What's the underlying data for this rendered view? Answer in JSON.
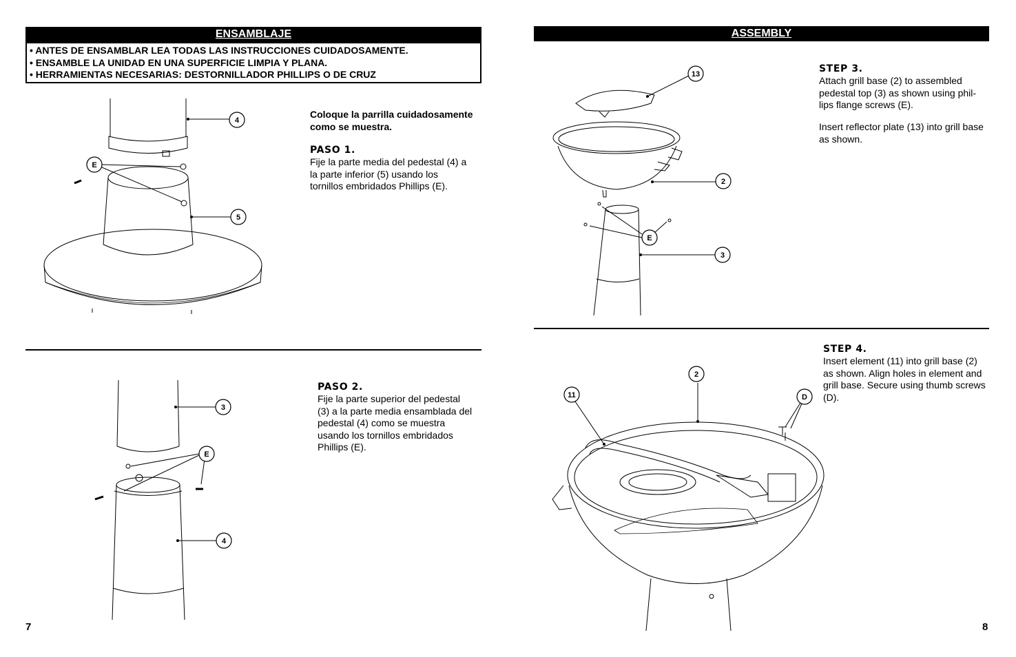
{
  "left_page": {
    "header": "ENSAMBLAJE",
    "bullets": [
      "• ANTES DE ENSAMBLAR LEA TODAS LAS INSTRUCCIONES CUIDADOSAMENTE.",
      "• ENSAMBLE LA UNIDAD EN UNA SUPERFICIE LIMPIA Y PLANA.",
      "• HERRAMIENTAS NECESARIAS: DESTORNILLADOR PHILLIPS O DE CRUZ"
    ],
    "intro": "Coloque la parrilla cuidadosamente como se muestra.",
    "step1": {
      "title": "PASO 1.",
      "text": "Fije la parte media del pedestal (4) a la parte inferior (5) usando los tornillos embridados Phillips (E)."
    },
    "step2": {
      "title": "PASO 2.",
      "text": "Fije la parte superior del pedestal (3) a la parte media ensamblada del pedestal (4) como se muestra usando los tornillos embridados Phillips (E)."
    },
    "page_number": "7"
  },
  "right_page": {
    "header": "ASSEMBLY",
    "step3": {
      "title": "STEP 3.",
      "text": "Attach grill base (2) to assembled pedestal top (3) as shown using phil-lips flange screws (E).",
      "text2": "Insert reflector plate (13) into grill base as shown."
    },
    "step4": {
      "title": "STEP 4.",
      "text": "Insert element (11) into grill base (2) as shown.  Align holes in element and grill base. Secure using thumb screws (D)."
    },
    "page_number": "8"
  },
  "callouts": {
    "fig1": [
      "4",
      "E",
      "5"
    ],
    "fig2": [
      "3",
      "E",
      "4"
    ],
    "fig3": [
      "13",
      "2",
      "E",
      "3"
    ],
    "fig4": [
      "2",
      "11",
      "D"
    ]
  }
}
